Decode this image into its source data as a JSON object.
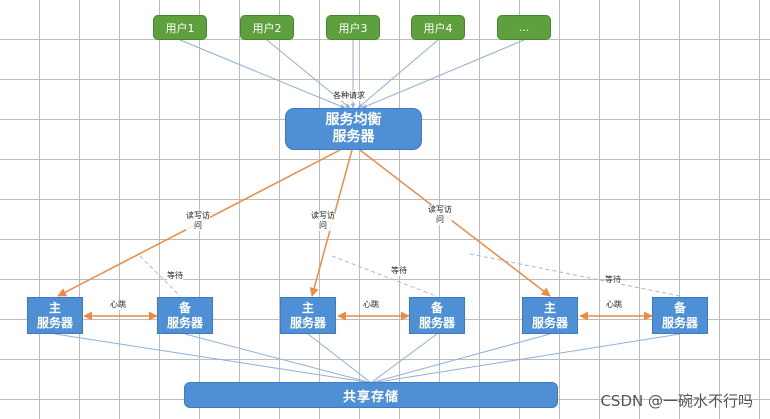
{
  "users": [
    "用户1",
    "用户2",
    "用户3",
    "用户4",
    "..."
  ],
  "load_balancer": "服务均衡\n服务器",
  "labels": {
    "request": "各种请求",
    "rw_access": "读写访\n问",
    "wait": "等待",
    "heartbeat": "心跳"
  },
  "servers": {
    "primary": "主\n服务器",
    "backup": "备\n服务器"
  },
  "storage": "共享存储",
  "watermark": "CSDN @一碗水不行吗",
  "colors": {
    "user_fill": "#5e9f3e",
    "server_fill": "#4f8fd6",
    "request_line": "#8fb0d8",
    "access_line": "#ef8a43",
    "wait_line": "#a9b8d8"
  }
}
